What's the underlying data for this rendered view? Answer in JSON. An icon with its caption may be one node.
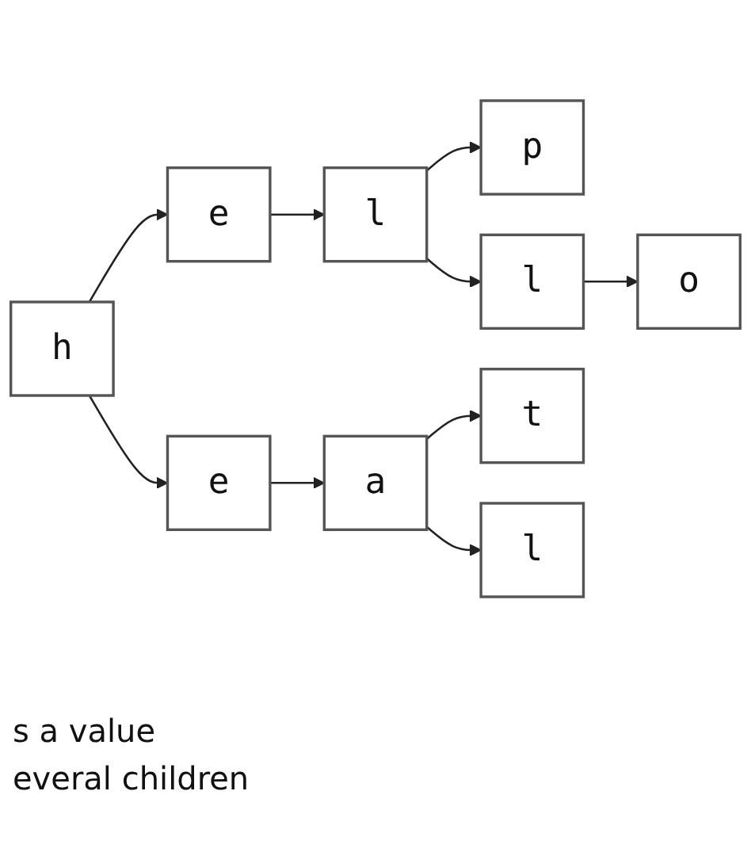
{
  "diagram": {
    "nodes": [
      {
        "text": [
          "p"
        ]
      },
      {
        "text": [
          "h"
        ]
      },
      {
        "text": [
          "e"
        ]
      },
      {
        "text": [
          "l"
        ]
      },
      {
        "text": [
          "l"
        ]
      },
      {
        "text": [
          "o"
        ]
      },
      {
        "text": [
          "e"
        ]
      },
      {
        "text": [
          "a"
        ]
      },
      {
        "text": [
          "t"
        ]
      },
      {
        "text": [
          "l"
        ]
      }
    ],
    "edges": [
      {
        "from": 1,
        "to": 2,
        "arrow": "to"
      },
      {
        "from": 2,
        "to": 3,
        "arrow": "to"
      },
      {
        "from": 3,
        "to": 0,
        "arrow": "to"
      },
      {
        "from": 3,
        "to": 4,
        "arrow": "to"
      },
      {
        "from": 4,
        "to": 5,
        "arrow": "to"
      },
      {
        "from": 1,
        "to": 6,
        "arrow": "to"
      },
      {
        "from": 6,
        "to": 7,
        "arrow": "to"
      },
      {
        "from": 7,
        "to": 8,
        "arrow": "to"
      },
      {
        "from": 7,
        "to": 9,
        "arrow": "to"
      }
    ],
    "labels": [
      "s a value",
      "everal children"
    ]
  }
}
